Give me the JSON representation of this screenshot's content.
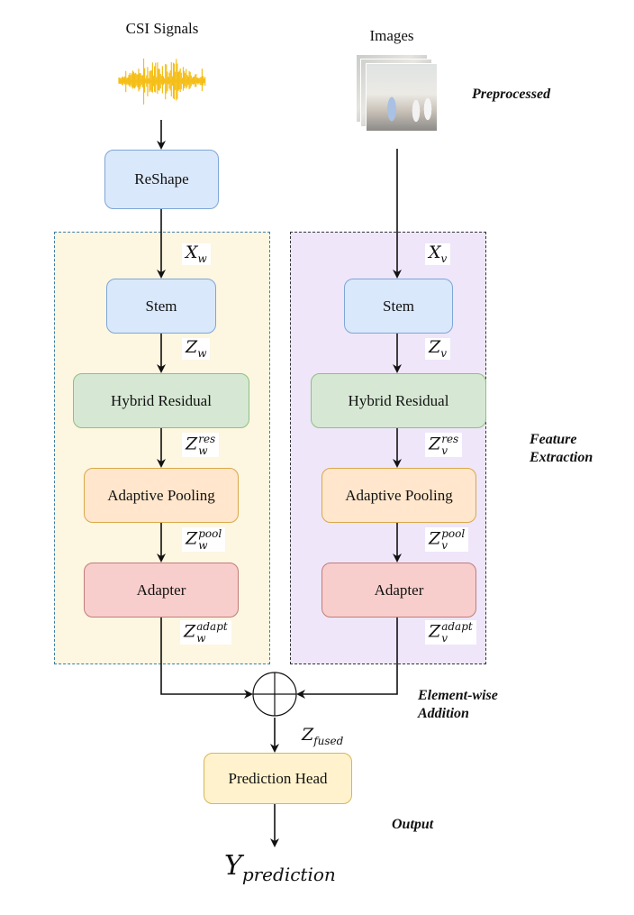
{
  "inputs": {
    "csi_title": "CSI Signals",
    "images_title": "Images",
    "csi_icon": "waveform-icon",
    "images_icon": "image-stack-icon"
  },
  "annotations": {
    "preprocessed": "Preprocessed",
    "feature_extraction_line1": "Feature",
    "feature_extraction_line2": "Extraction",
    "elementwise_line1": "Element-wise",
    "elementwise_line2": "Addition",
    "output": "Output"
  },
  "reshape": {
    "label": "ReShape"
  },
  "wifi_branch": {
    "blocks": [
      "Stem",
      "Hybrid Residual",
      "Adaptive Pooling",
      "Adapter"
    ],
    "vars": {
      "x": {
        "base": "X",
        "sub": "w"
      },
      "z": {
        "base": "Z",
        "sub": "w"
      },
      "res": {
        "base": "Z",
        "sub": "w",
        "sup": "res"
      },
      "pool": {
        "base": "Z",
        "sub": "w",
        "sup": "pool"
      },
      "adapt": {
        "base": "Z",
        "sub": "w",
        "sup": "adapt"
      }
    }
  },
  "vision_branch": {
    "blocks": [
      "Stem",
      "Hybrid Residual",
      "Adaptive Pooling",
      "Adapter"
    ],
    "vars": {
      "x": {
        "base": "X",
        "sub": "v"
      },
      "z": {
        "base": "Z",
        "sub": "v"
      },
      "res": {
        "base": "Z",
        "sub": "v",
        "sup": "res"
      },
      "pool": {
        "base": "Z",
        "sub": "v",
        "sup": "pool"
      },
      "adapt": {
        "base": "Z",
        "sub": "v",
        "sup": "adapt"
      }
    }
  },
  "fusion": {
    "operator_icon": "circled-plus-icon",
    "var": {
      "base": "Z",
      "sub": "fused"
    }
  },
  "head": {
    "label": "Prediction Head"
  },
  "output_var": {
    "base": "Y",
    "sub": "prediction"
  },
  "colors": {
    "wifi_region": "#fdf6e1",
    "vision_region": "#efe6fa",
    "blue_block": "#dae8fb",
    "green_block": "#d6e8d4",
    "orange_block": "#ffe6cc",
    "red_block": "#f8cecc",
    "head_block": "#fff2cc",
    "waveform": "#f5b800"
  }
}
